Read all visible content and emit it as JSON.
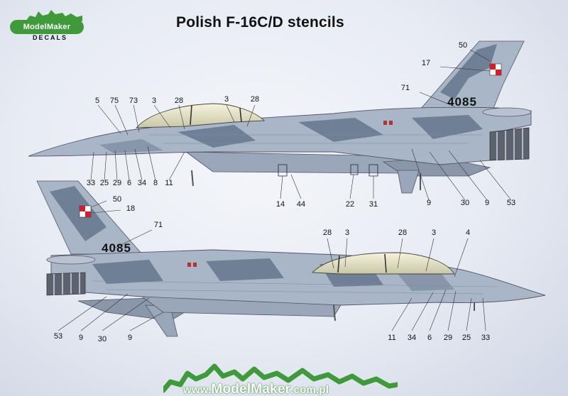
{
  "title": "Polish F-16C/D stencils",
  "logo": {
    "brand": "ModelMaker",
    "sub": "DECALS"
  },
  "footer": {
    "prefix": "www.",
    "brand": "ModelMaker",
    "suffix": ".com.pl"
  },
  "tail_number": "4085",
  "colors": {
    "accent_green": "#3f9a3a",
    "camo_light": "#a9b6c8",
    "camo_dark": "#6f7f95",
    "insignia_red": "#d11f2a"
  },
  "top_aircraft_labels": [
    {
      "text": "50"
    },
    {
      "text": "17"
    },
    {
      "text": "71"
    },
    {
      "text": "5"
    },
    {
      "text": "75"
    },
    {
      "text": "73"
    },
    {
      "text": "3"
    },
    {
      "text": "28"
    },
    {
      "text": "3"
    },
    {
      "text": "28"
    },
    {
      "text": "33"
    },
    {
      "text": "25"
    },
    {
      "text": "29"
    },
    {
      "text": "6"
    },
    {
      "text": "34"
    },
    {
      "text": "8"
    },
    {
      "text": "11"
    },
    {
      "text": "14"
    },
    {
      "text": "44"
    },
    {
      "text": "22"
    },
    {
      "text": "31"
    },
    {
      "text": "9"
    },
    {
      "text": "30"
    },
    {
      "text": "9"
    },
    {
      "text": "53"
    }
  ],
  "bottom_aircraft_labels": [
    {
      "text": "50"
    },
    {
      "text": "18"
    },
    {
      "text": "71"
    },
    {
      "text": "28"
    },
    {
      "text": "3"
    },
    {
      "text": "28"
    },
    {
      "text": "3"
    },
    {
      "text": "4"
    },
    {
      "text": "53"
    },
    {
      "text": "9"
    },
    {
      "text": "30"
    },
    {
      "text": "9"
    },
    {
      "text": "11"
    },
    {
      "text": "34"
    },
    {
      "text": "6"
    },
    {
      "text": "29"
    },
    {
      "text": "25"
    },
    {
      "text": "33"
    }
  ]
}
